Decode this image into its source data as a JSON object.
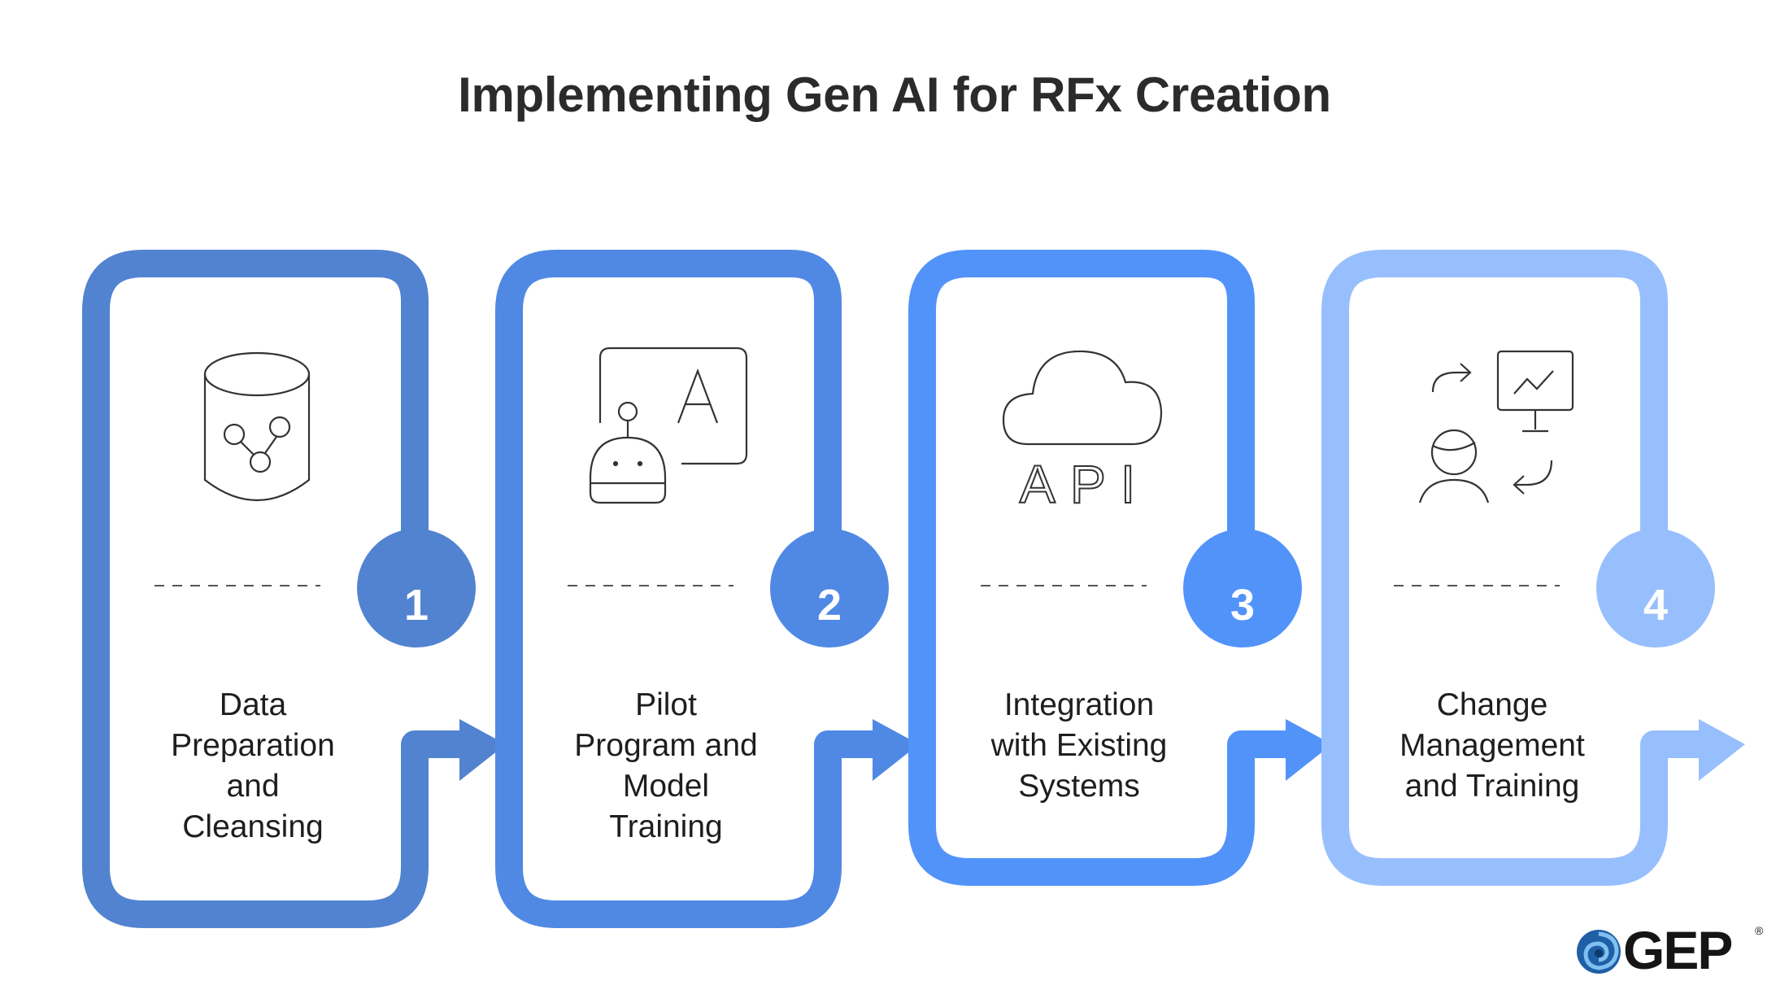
{
  "title": "Implementing Gen AI for RFx Creation",
  "steps": [
    {
      "number": "1",
      "label": "Data Preparation and Cleansing",
      "lines": [
        "Data",
        "Preparation",
        "and",
        "Cleansing"
      ],
      "icon": "database-network-icon",
      "color": "#5283d0"
    },
    {
      "number": "2",
      "label": "Pilot Program and Model Training",
      "lines": [
        "Pilot",
        "Program and",
        "Model",
        "Training"
      ],
      "icon": "robot-chat-icon",
      "color": "#5089e4"
    },
    {
      "number": "3",
      "label": "Integration with Existing Systems",
      "lines": [
        "Integration",
        "with Existing",
        "Systems"
      ],
      "icon": "cloud-api-icon",
      "color": "#5293fa"
    },
    {
      "number": "4",
      "label": "Change Management and Training",
      "lines": [
        "Change",
        "Management",
        "and Training"
      ],
      "icon": "person-presentation-icon",
      "color": "#98bffd"
    }
  ],
  "icon_text": {
    "api": "API"
  },
  "logo": {
    "text": "GEP",
    "mark": "®"
  }
}
